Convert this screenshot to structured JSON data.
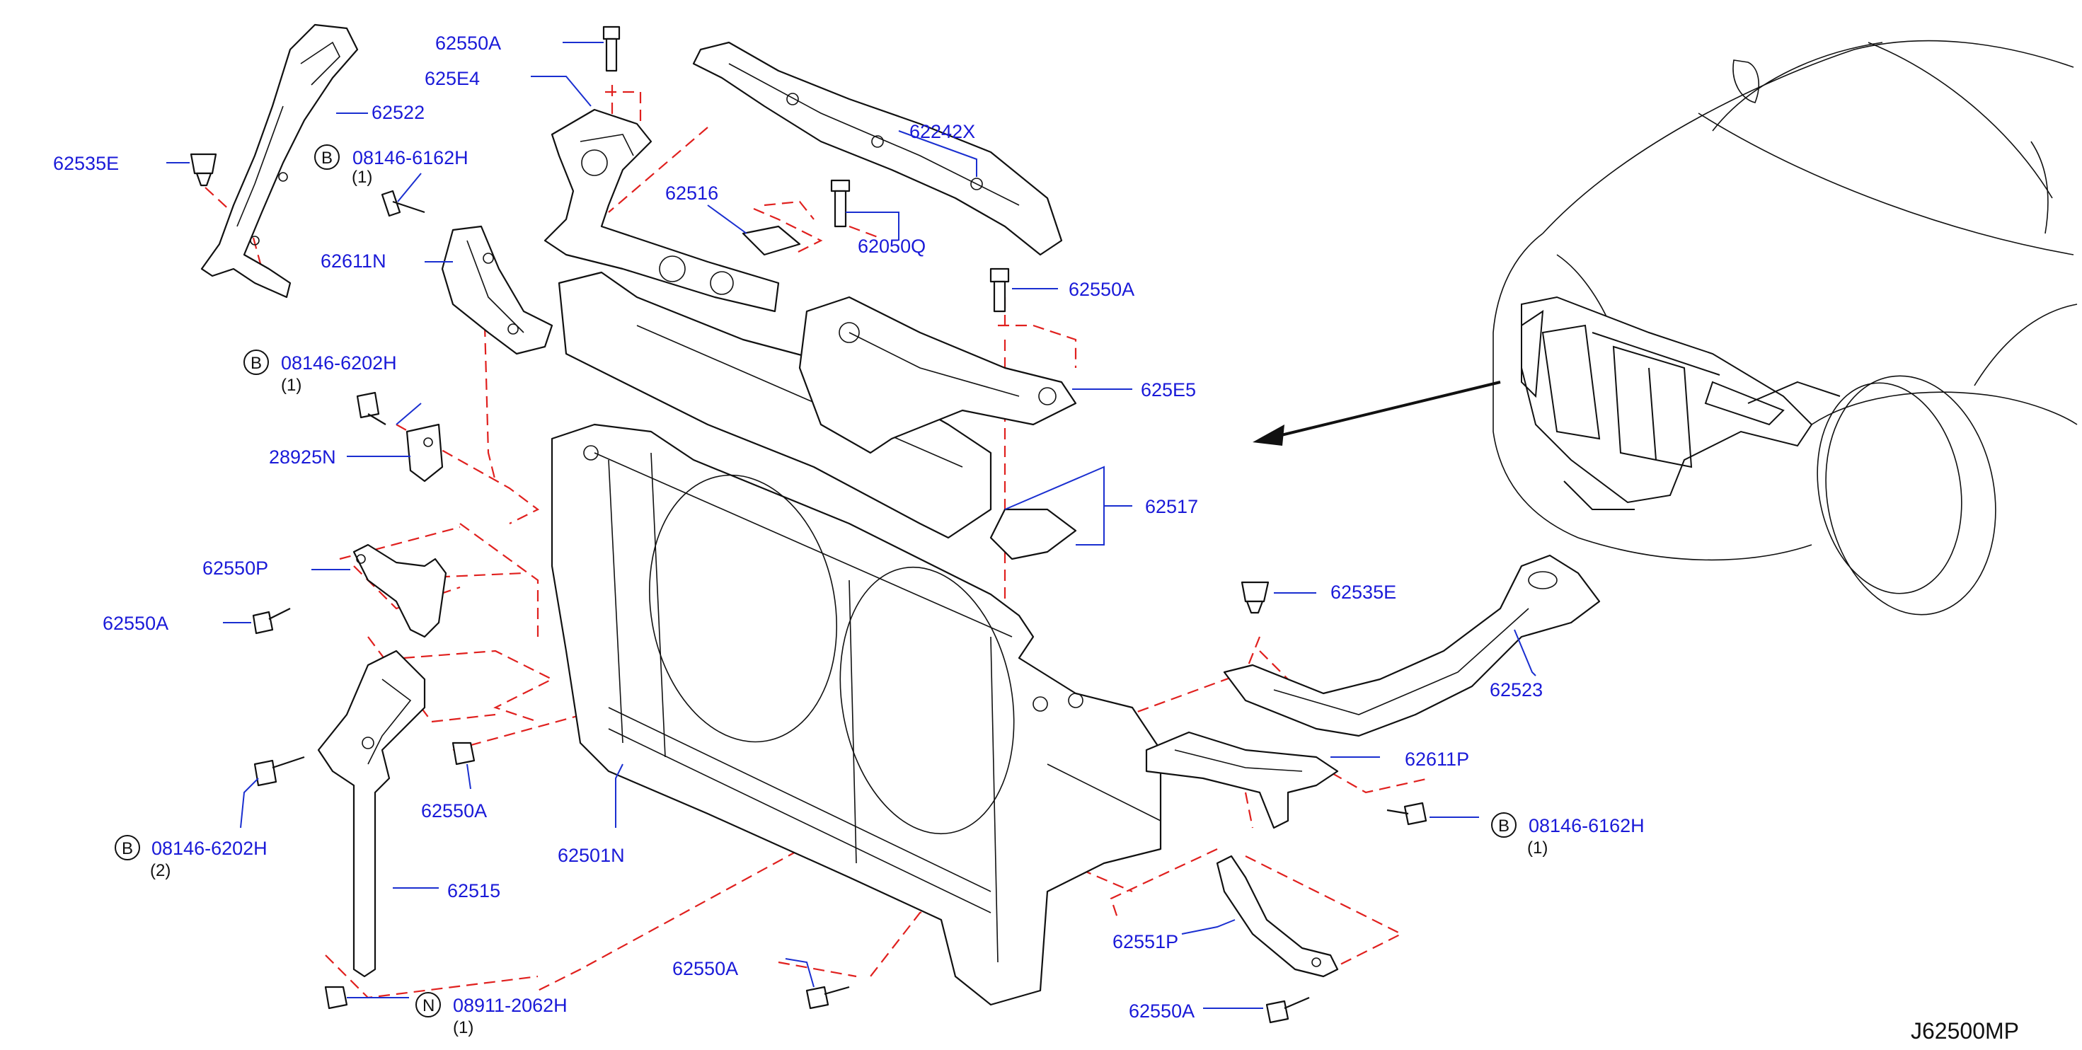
{
  "diagram_code": "J62500MP",
  "parts": {
    "p62550A_top": "62550A",
    "p625E4": "625E4",
    "p62522": "62522",
    "p62535E_left": "62535E",
    "p08146_6162H_left": "08146-6162H",
    "p08146_6162H_left_qty": "(1)",
    "p62242X": "62242X",
    "p62516": "62516",
    "p62050Q": "62050Q",
    "p62611N": "62611N",
    "p62550A_right": "62550A",
    "p08146_6202H_mid": "08146-6202H",
    "p08146_6202H_mid_qty": "(1)",
    "p625E5": "625E5",
    "p28925N": "28925N",
    "p62517": "62517",
    "p62550P": "62550P",
    "p62550A_left": "62550A",
    "p62535E_right": "62535E",
    "p62523": "62523",
    "p62611P": "62611P",
    "p62550A_lower": "62550A",
    "p08146_6162H_right": "08146-6162H",
    "p08146_6162H_right_qty": "(1)",
    "p08146_6202H_low": "08146-6202H",
    "p08146_6202H_low_qty": "(2)",
    "p62501N": "62501N",
    "p62515": "62515",
    "p62551P": "62551P",
    "p62550A_bottom": "62550A",
    "p62550A_bottom_right": "62550A",
    "p08911_2062H": "08911-2062H",
    "p08911_2062H_qty": "(1)"
  },
  "markers": {
    "bolt_marker": "B",
    "nut_marker": "N"
  }
}
